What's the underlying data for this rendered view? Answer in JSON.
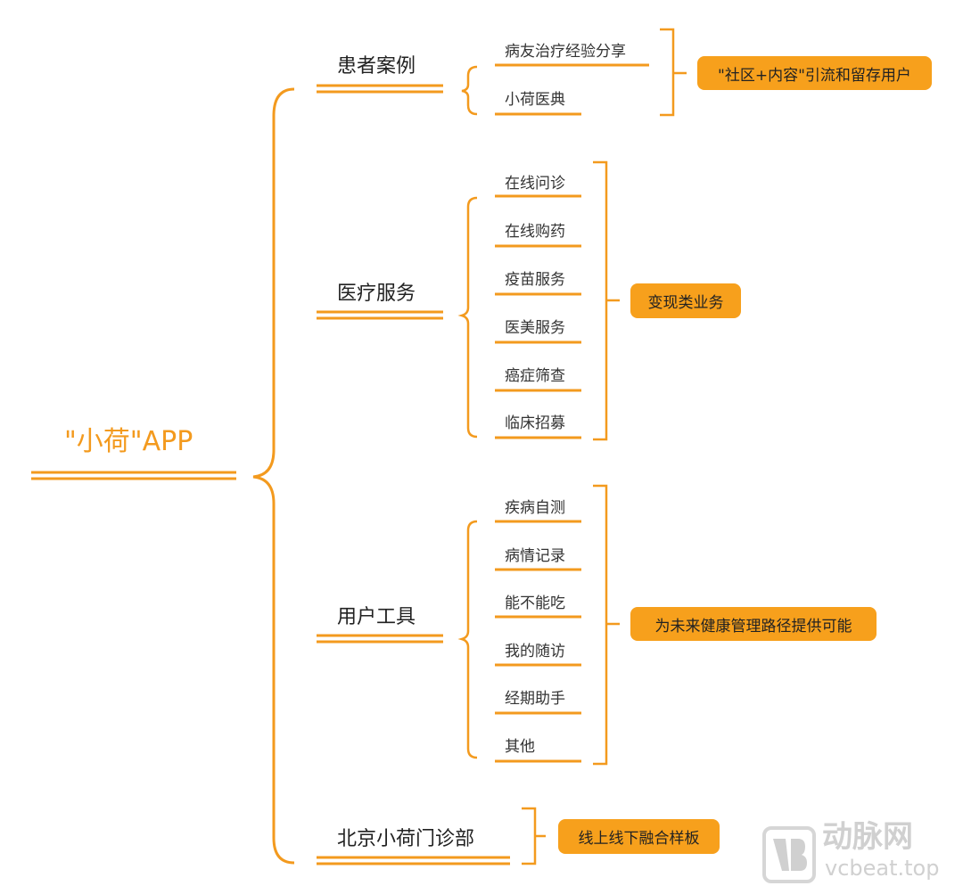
{
  "root": "\"小荷\"APP",
  "colors": {
    "accent": "#F39A1E",
    "box": "#F7A01C"
  },
  "branches": [
    {
      "label": "患者案例",
      "leaves": [
        "病友治疗经验分享",
        "小荷医典"
      ],
      "note": "\"社区+内容\"引流和留存用户"
    },
    {
      "label": "医疗服务",
      "leaves": [
        "在线问诊",
        "在线购药",
        "疫苗服务",
        "医美服务",
        "癌症筛查",
        "临床招募"
      ],
      "note": "变现类业务"
    },
    {
      "label": "用户工具",
      "leaves": [
        "疾病自测",
        "病情记录",
        "能不能吃",
        "我的随访",
        "经期助手",
        "其他"
      ],
      "note": "为未来健康管理路径提供可能"
    },
    {
      "label": "北京小荷门诊部",
      "leaves": [],
      "note": "线上线下融合样板"
    }
  ],
  "watermark": {
    "cn": "动脉网",
    "en": "vcbeat.top",
    "logo": "VB"
  }
}
